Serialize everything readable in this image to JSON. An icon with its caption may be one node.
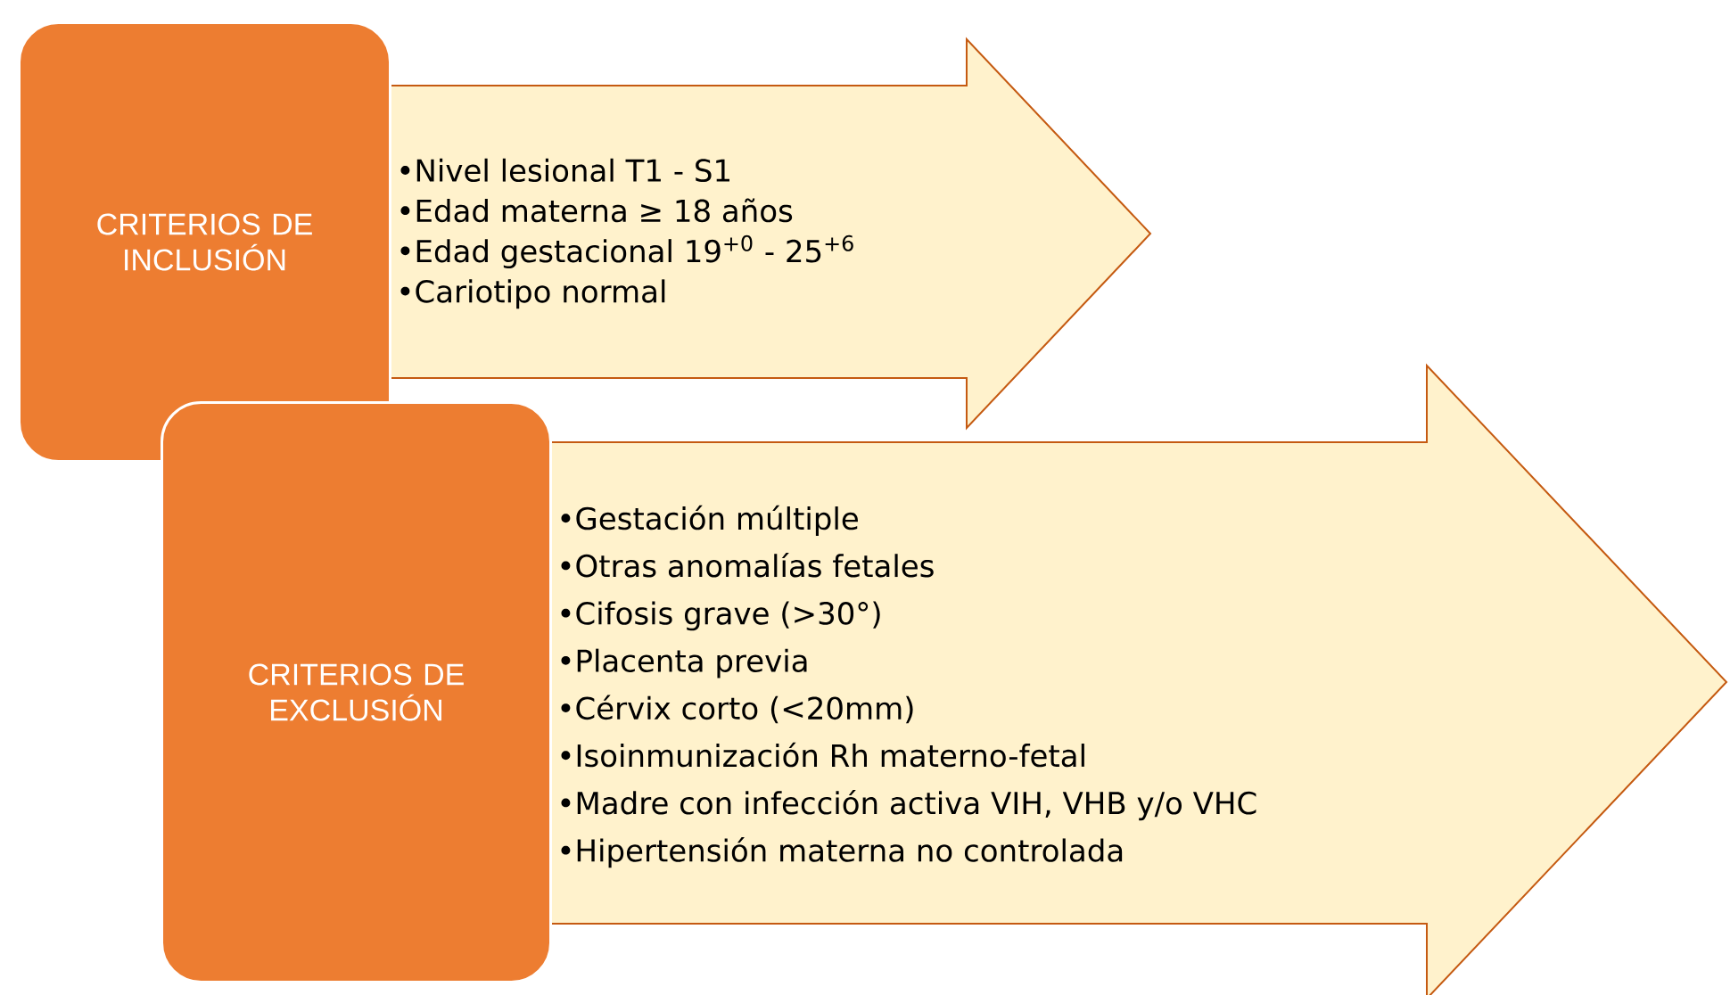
{
  "diagram": {
    "nodes": [
      {
        "text": [
          "CRITERIOS DE INCLUSIÓN"
        ]
      },
      {
        "text": [
          "•Nivel lesional T1 - S1",
          "•Edad materna ≥ 18 años",
          "•Edad gestacional 19$^{+0}$ - 25$^{+6}$",
          "•Cariotipo normal"
        ]
      },
      {
        "text": [
          "CRITERIOS DE EXCLUSIÓN"
        ]
      },
      {
        "text": [
          "•Gestación múltiple",
          "•Otras anomalías fetales",
          "•Cifosis grave (>30°)",
          "•Placenta previa",
          "•Cérvix corto (<20mm)",
          "•Isoinmunización Rh materno-fetal",
          "•Madre con infección activa VIH, VHB y/o VHC",
          "•Hipertensión materna no controlada"
        ]
      }
    ]
  }
}
